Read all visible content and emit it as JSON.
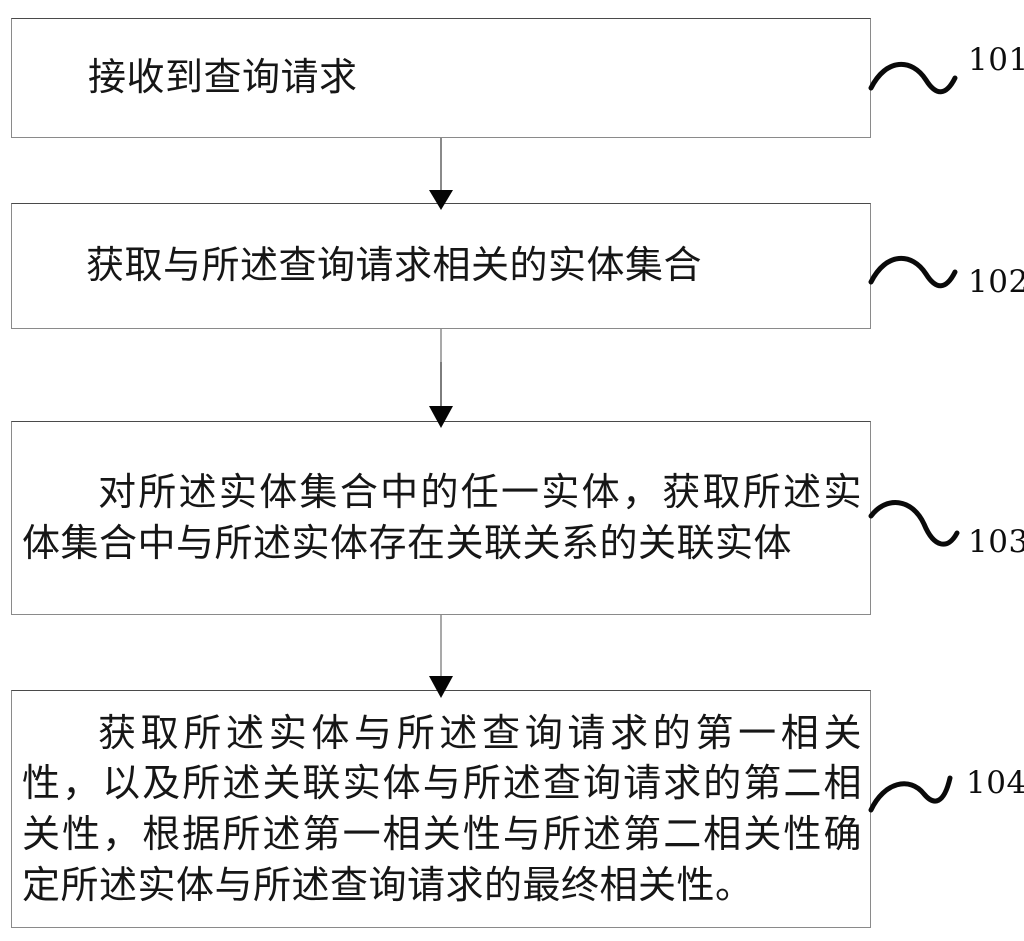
{
  "diagram": {
    "type": "flowchart",
    "orientation": "vertical",
    "language": "zh-CN",
    "background_color": "#ffffff",
    "line_color": "#8a8a8a",
    "text_color": "#161616",
    "steps": [
      {
        "ref": "101",
        "text": "接收到查询请求",
        "lines": [
          "接收到查询请求"
        ]
      },
      {
        "ref": "102",
        "text": "获取与所述查询请求相关的实体集合",
        "lines": [
          "获取与所述查询请求相关的实体集合"
        ]
      },
      {
        "ref": "103",
        "text": "对所述实体集合中的任一实体，获取所述实体集合中与所述实体存在关联关系的关联实体",
        "lines": [
          "对所述实体集合中的任一实体，获取所述实",
          "体集合中与所述实体存在关联关系的关联实体"
        ]
      },
      {
        "ref": "104",
        "text": "获取所述实体与所述查询请求的第一相关性，以及所述关联实体与所述查询请求的第二相关性，根据所述第一相关性与所述第二相关性确定所述实体与所述查询请求的最终相关性。",
        "lines": [
          "获取所述实体与所述查询请求的第一相关",
          "性，以及所述关联实体与所述查询请求的第二相",
          "关性，根据所述第一相关性与所述第二相关性确",
          "定所述实体与所述查询请求的最终相关性。"
        ]
      }
    ],
    "connectors": [
      {
        "from_ref": "101",
        "to_ref": "102",
        "arrowhead": "filled-triangle"
      },
      {
        "from_ref": "102",
        "to_ref": "103",
        "arrowhead": "filled-triangle"
      },
      {
        "from_ref": "103",
        "to_ref": "104",
        "arrowhead": "filled-triangle"
      }
    ],
    "leader_marks": [
      {
        "ref": "101",
        "shape": "squiggle-tilde"
      },
      {
        "ref": "102",
        "shape": "squiggle-tilde"
      },
      {
        "ref": "103",
        "shape": "squiggle-tilde"
      },
      {
        "ref": "104",
        "shape": "squiggle-tilde"
      }
    ]
  }
}
